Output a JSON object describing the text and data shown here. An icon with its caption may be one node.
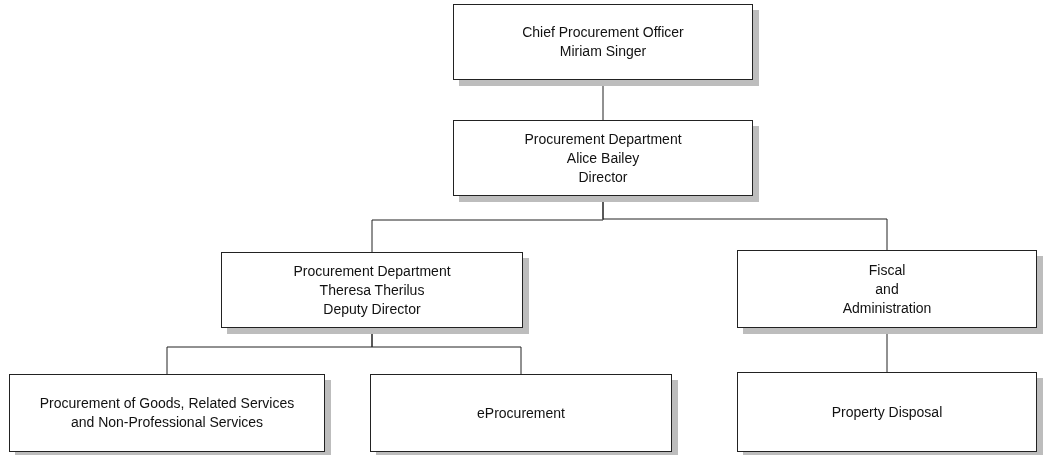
{
  "diagram": {
    "nodes": [
      {
        "text": [
          "Chief Procurement Officer",
          "Miriam Singer"
        ]
      },
      {
        "text": [
          "Procurement Department",
          "Alice Bailey",
          "Director"
        ]
      },
      {
        "text": [
          "Procurement Department",
          "Theresa Therilus",
          "Deputy Director"
        ]
      },
      {
        "text": [
          "Fiscal",
          "and",
          "Administration"
        ]
      },
      {
        "text": [
          "Procurement of Goods, Related Services and Non-Professional Services"
        ]
      },
      {
        "text": [
          "eProcurement"
        ]
      },
      {
        "text": [
          "Property Disposal"
        ]
      }
    ],
    "edges": [
      {
        "from": 0,
        "to": 1,
        "arrow": "none"
      },
      {
        "from": 1,
        "to": 2,
        "arrow": "none"
      },
      {
        "from": 1,
        "to": 3,
        "arrow": "none"
      },
      {
        "from": 2,
        "to": 4,
        "arrow": "none"
      },
      {
        "from": 2,
        "to": 5,
        "arrow": "none"
      },
      {
        "from": 3,
        "to": 6,
        "arrow": "none"
      }
    ]
  }
}
